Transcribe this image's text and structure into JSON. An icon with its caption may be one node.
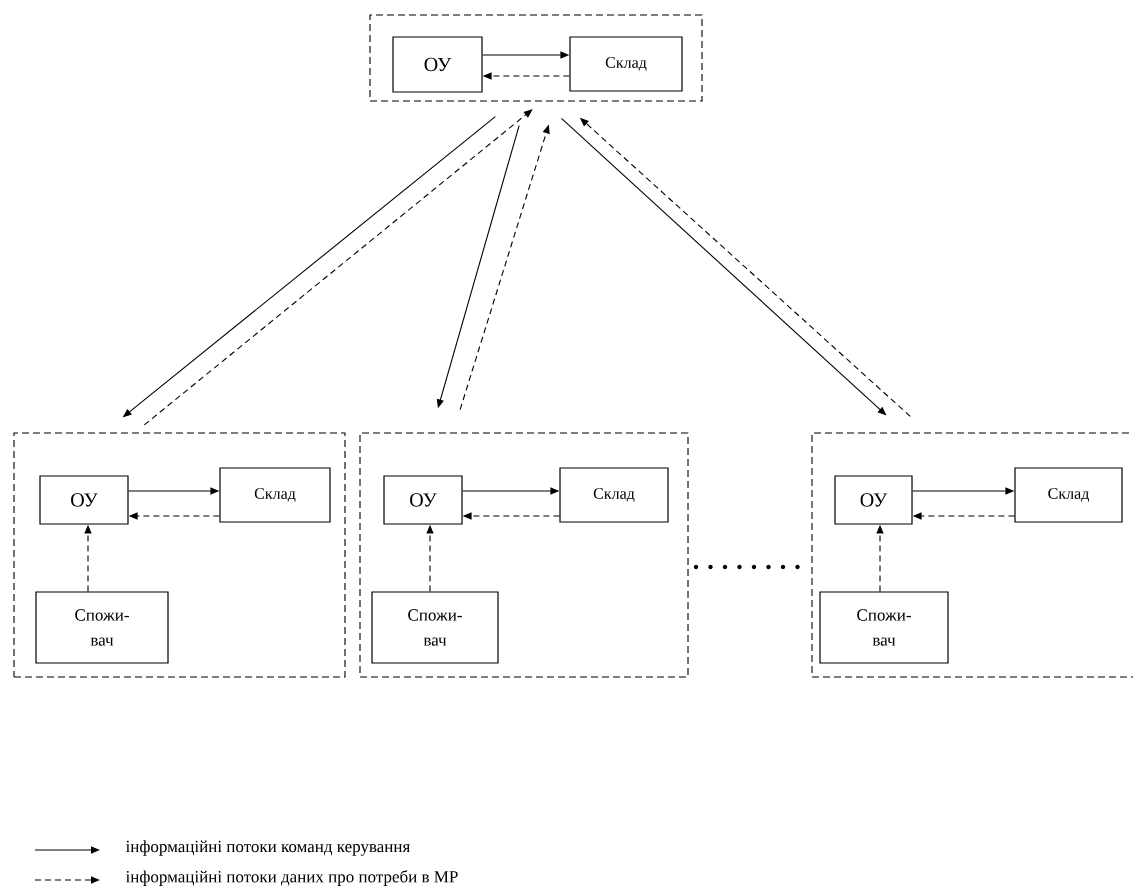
{
  "diagram": {
    "nodes": [
      {
        "text": [],
        "shape": "box"
      },
      {
        "text": [
          "ОУ"
        ],
        "in": 0
      },
      {
        "text": [
          "Склад"
        ],
        "in": 0
      },
      {
        "text": [],
        "shape": "box"
      },
      {
        "text": [
          "ОУ"
        ],
        "in": 3
      },
      {
        "text": [
          "Склад"
        ],
        "in": 3
      },
      {
        "text": [
          "Спожи- вач"
        ],
        "in": 3
      },
      {
        "text": [],
        "shape": "box"
      },
      {
        "text": [
          "ОУ"
        ],
        "in": 7
      },
      {
        "text": [
          "Склад"
        ],
        "in": 7
      },
      {
        "text": [
          "Спожи- вач"
        ],
        "in": 7
      },
      {
        "text": [],
        "shape": "box"
      },
      {
        "text": [
          "ОУ"
        ],
        "in": 11
      },
      {
        "text": [
          "Склад"
        ],
        "in": 11
      },
      {
        "text": [
          "Спожи- вач"
        ],
        "in": 11
      }
    ],
    "edges": [
      {
        "from": 1,
        "to": 2,
        "arrow": "to"
      },
      {
        "from": 2,
        "to": 1,
        "arrow": "to",
        "style": "dashed"
      },
      {
        "from": 0,
        "to": 3,
        "arrow": "to"
      },
      {
        "from": 3,
        "to": 0,
        "arrow": "to",
        "style": "dashed"
      },
      {
        "from": 0,
        "to": 7,
        "arrow": "to"
      },
      {
        "from": 7,
        "to": 0,
        "arrow": "to",
        "style": "dashed"
      },
      {
        "from": 0,
        "to": 11,
        "arrow": "to"
      },
      {
        "from": 11,
        "to": 0,
        "arrow": "to",
        "style": "dashed"
      },
      {
        "from": 4,
        "to": 5,
        "arrow": "to"
      },
      {
        "from": 5,
        "to": 4,
        "arrow": "to",
        "style": "dashed"
      },
      {
        "from": 6,
        "to": 4,
        "arrow": "to",
        "style": "dashed"
      },
      {
        "from": 8,
        "to": 9,
        "arrow": "to"
      },
      {
        "from": 9,
        "to": 8,
        "arrow": "to",
        "style": "dashed"
      },
      {
        "from": 10,
        "to": 8,
        "arrow": "to",
        "style": "dashed"
      },
      {
        "from": 12,
        "to": 13,
        "arrow": "to"
      },
      {
        "from": 13,
        "to": 12,
        "arrow": "to",
        "style": "dashed"
      },
      {
        "from": 14,
        "to": 12,
        "arrow": "to",
        "style": "dashed"
      }
    ],
    "legend": [
      {
        "text": "інформаційні потоки команд керування"
      },
      {
        "text": "інформаційні потоки даних про потреби в МР"
      }
    ]
  }
}
